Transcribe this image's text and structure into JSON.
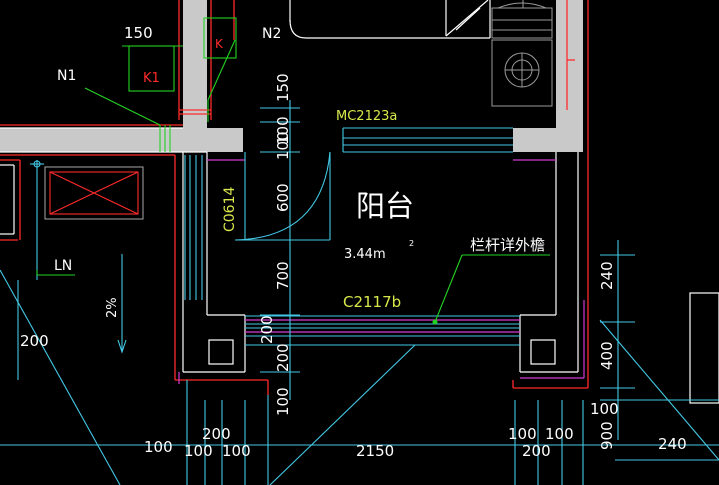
{
  "colors": {
    "background": "#000000",
    "wall": "#c9c9c9",
    "red": "#ff2a2a",
    "green": "#22d322",
    "cyan": "#43c9e6",
    "yellow": "#d8e84a",
    "magenta": "#d43ad4",
    "white": "#ffffff",
    "dim": "#7ad7e6"
  },
  "labels": {
    "n1": "N1",
    "n2": "N2",
    "k": "K",
    "k1": "K1",
    "ln": "LN",
    "slope": "2%",
    "room_name": "阳台",
    "area_value": "3.44m",
    "area_sup": "2",
    "railing_note": "栏杆详外檐",
    "window_top": "MC2123a",
    "window_left": "C0614",
    "window_bottom": "C2117b"
  },
  "dimensions": {
    "top_150": "150",
    "v_150": "150",
    "v_100a": "100",
    "v_100b": "100",
    "v_600": "600",
    "v_700": "700",
    "v_200a": "200",
    "v_200b": "200",
    "v_100c": "100",
    "left_200": "200",
    "right_240a": "240",
    "right_400": "400",
    "right_100": "100",
    "right_900": "900",
    "bl_100": "100",
    "bl_200": "200",
    "bl_100b": "100",
    "bl_100c": "100",
    "bottom_2150": "2150",
    "br_100a": "100",
    "br_100b": "100",
    "br_200": "200",
    "far_240": "240"
  }
}
